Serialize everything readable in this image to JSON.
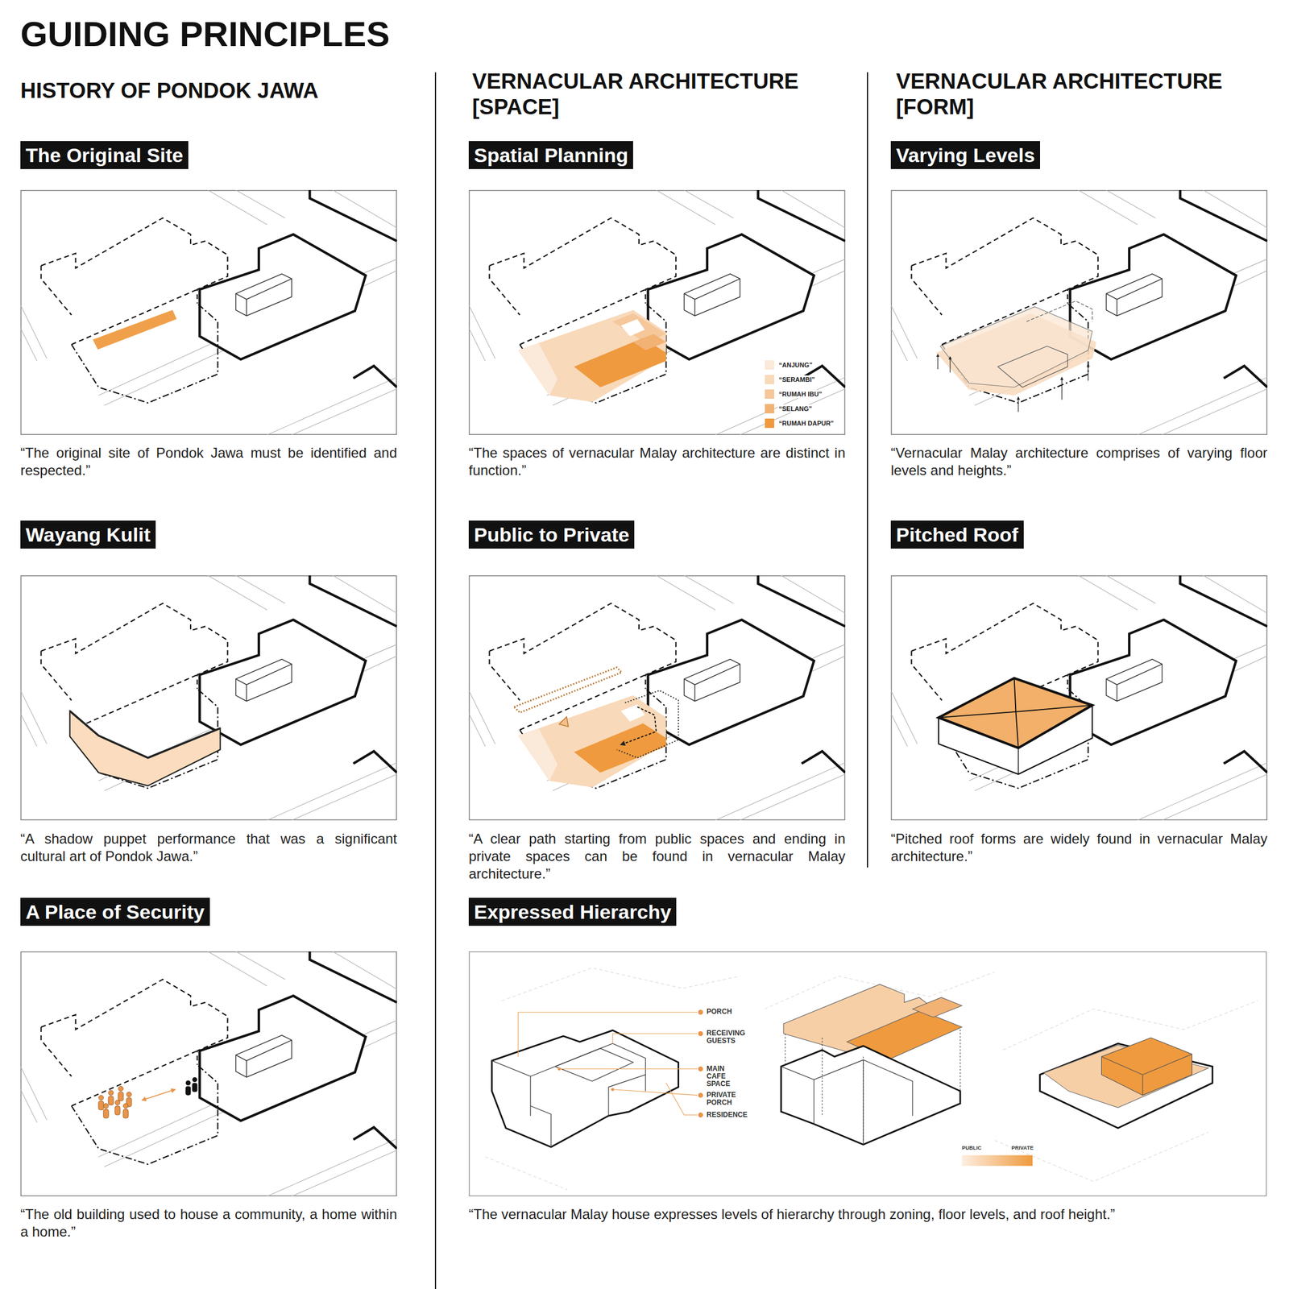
{
  "diagram": {
    "title": "GUIDING PRINCIPLES",
    "nodes": [
      {
        "text": [
          "The Original Site"
        ]
      },
      {
        "text": [
          "Spatial Planning"
        ]
      },
      {
        "text": [
          "Varying Levels"
        ]
      },
      {
        "text": [
          "Wayang Kulit"
        ]
      },
      {
        "text": [
          "Public to Private"
        ]
      },
      {
        "text": [
          "Pitched Roof"
        ]
      },
      {
        "text": [
          "A Place of Security"
        ]
      },
      {
        "text": [
          "Expressed Hierarchy"
        ]
      }
    ],
    "labels": [
      "HISTORY OF PONDOK JAWA",
      "VERNACULAR ARCHITECTURE [SPACE]",
      "VERNACULAR ARCHITECTURE [FORM]",
      "“The original site of Pondok Jawa must be identified and respected.”",
      "“The spaces of vernacular Malay architecture are distinct in function.”",
      "“Vernacular Malay architecture comprises of varying floor levels and heights.”",
      "“A shadow puppet performance that was a significant cultural art of Pondok Jawa.”",
      "“A clear path starting from public spaces and ending in private spaces can be found in vernacular Malay architecture.”",
      "“Pitched roof forms are widely found in vernacular Malay architecture.”",
      "“The old building used to house a community, a home within a home.”",
      "“The vernacular Malay house expresses levels of hierarchy through zoning, floor levels, and roof height.”",
      "PORCH",
      "RECEIVING GUESTS",
      "MAIN CAFE SPACE",
      "PRIVATE PORCH",
      "RESIDENCE",
      "PUBLIC",
      "PRIVATE"
    ],
    "legend": [
      {
        "text": "“ANJUNG”",
        "color": "#fbe9d9"
      },
      {
        "text": "“SERAMBI”",
        "color": "#f8d9b9"
      },
      {
        "text": "“RUMAH IBU”",
        "color": "#f5c79a"
      },
      {
        "text": "“SELANG”",
        "color": "#f2b274"
      },
      {
        "text": "“RUMAH DAPUR”",
        "color": "#ef9a3e"
      }
    ]
  }
}
